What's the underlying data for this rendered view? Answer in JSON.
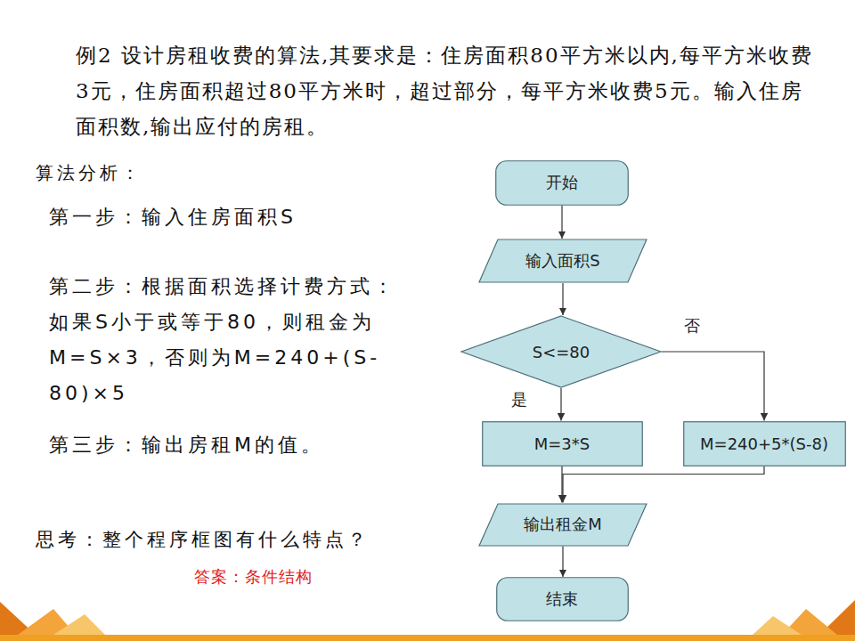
{
  "diagram": {
    "title": "例2 设计房租收费的算法,其要求是：住房面积80平方米以内,每平方米收费3元，住房面积超过80平方米时，超过部分，每平方米收费5元。输入住房面积数,输出应付的房租。",
    "nodes": [
      {
        "text": [
          "开始"
        ]
      },
      {
        "text": [
          "输入面积S"
        ]
      },
      {
        "text": [
          "S<=80"
        ]
      },
      {
        "text": [
          "M=3*S"
        ]
      },
      {
        "text": [
          "M=240+5*(S-8)"
        ]
      },
      {
        "text": [
          "输出租金M"
        ]
      },
      {
        "text": [
          "结束"
        ]
      }
    ],
    "edges": [
      {
        "from": 0,
        "to": 1,
        "arrow": "to"
      },
      {
        "from": 1,
        "to": 2,
        "arrow": "to"
      },
      {
        "from": 2,
        "to": 3,
        "label": "是",
        "arrow": "to"
      },
      {
        "from": 2,
        "to": 4,
        "label": "否",
        "arrow": "to"
      },
      {
        "from": 3,
        "to": 5,
        "arrow": "to"
      },
      {
        "from": 4,
        "to": 5,
        "arrow": "to"
      },
      {
        "from": 5,
        "to": 6,
        "arrow": "to"
      }
    ],
    "labels": [
      "算法分析：",
      "第一步：输入住房面积S",
      "第二步：根据面积选择计费方式：如果S小于或等于80，则租金为M=S×3，否则为M=240+(S-80)×5",
      "第三步：输出房租M的值。",
      "思考：整个程序框图有什么特点？",
      "答案：条件结构"
    ]
  }
}
